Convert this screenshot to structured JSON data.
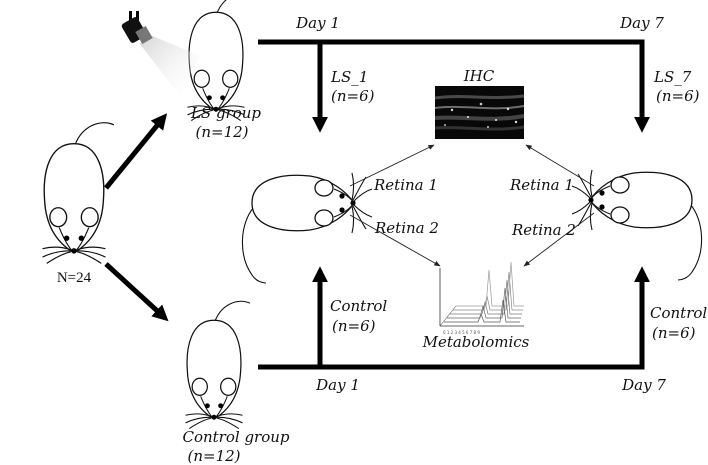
{
  "nodes": {
    "total": {
      "label": "N=24"
    },
    "ls_group": {
      "label_line1": "LS group",
      "label_line2": "(n=12)"
    },
    "control_group": {
      "label_line1": "Control group",
      "label_line2": "(n=12)"
    },
    "ihc": {
      "label": "IHC"
    },
    "metabolomics": {
      "label": "Metabolomics"
    }
  },
  "timeline": {
    "top_day1": "Day 1",
    "top_day7": "Day 7",
    "bottom_day1": "Day 1",
    "bottom_day7": "Day 7"
  },
  "branches": {
    "ls1": {
      "line1": "LS_1",
      "line2": "(n=6)"
    },
    "ls7": {
      "line1": "LS_7",
      "line2": "(n=6)"
    },
    "ctrl_left": {
      "line1": "Control",
      "line2": "(n=6)"
    },
    "ctrl_right": {
      "line1": "Control",
      "line2": "(n=6)"
    }
  },
  "retina": {
    "left_r1": "Retina 1",
    "left_r2": "Retina 2",
    "right_r1": "Retina 1",
    "right_r2": "Retina 2"
  }
}
